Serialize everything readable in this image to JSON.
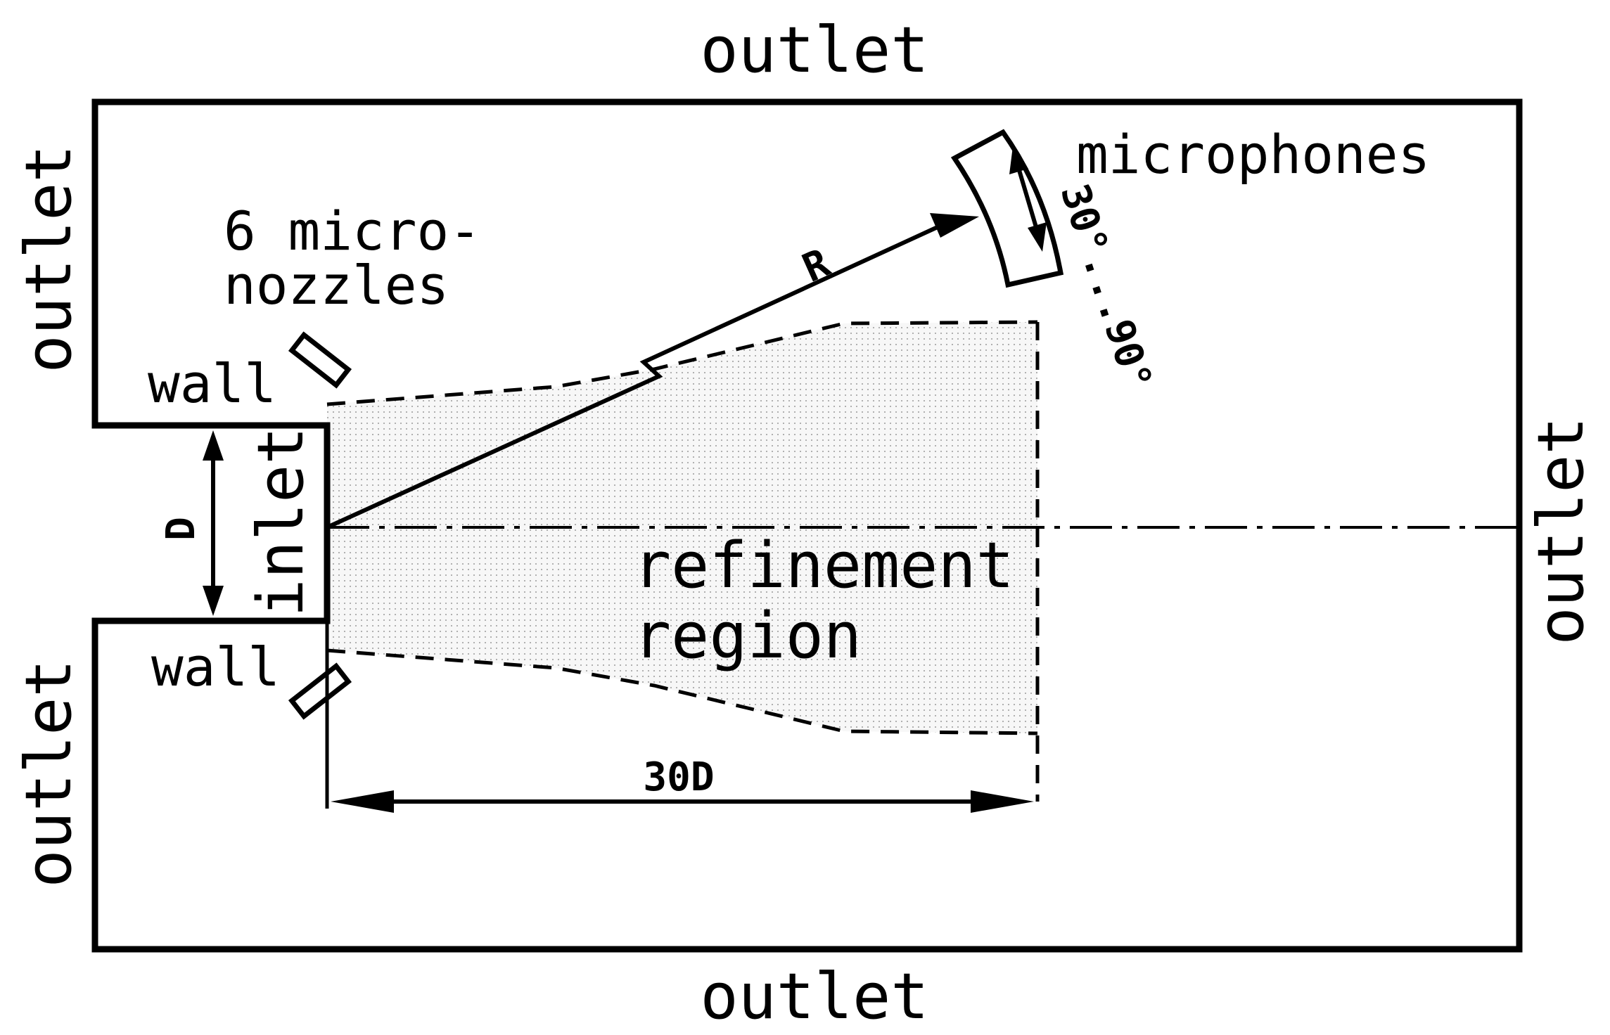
{
  "boundaries": {
    "top": "outlet",
    "bottom": "outlet",
    "left_upper": "outlet",
    "left_lower": "outlet",
    "right": "outlet",
    "inlet": "inlet",
    "wall_upper": "wall",
    "wall_lower": "wall"
  },
  "labels": {
    "nozzles_line1": "6 micro-",
    "nozzles_line2": "nozzles",
    "microphones": "microphones",
    "angle_range": "30°...90°",
    "radius": "R",
    "diameter": "D",
    "refinement_line1": "refinement",
    "refinement_line2": "region",
    "length": "30D"
  },
  "colors": {
    "line": "#000000",
    "refinement_fill": "#e9e9e9",
    "background": "#ffffff"
  }
}
